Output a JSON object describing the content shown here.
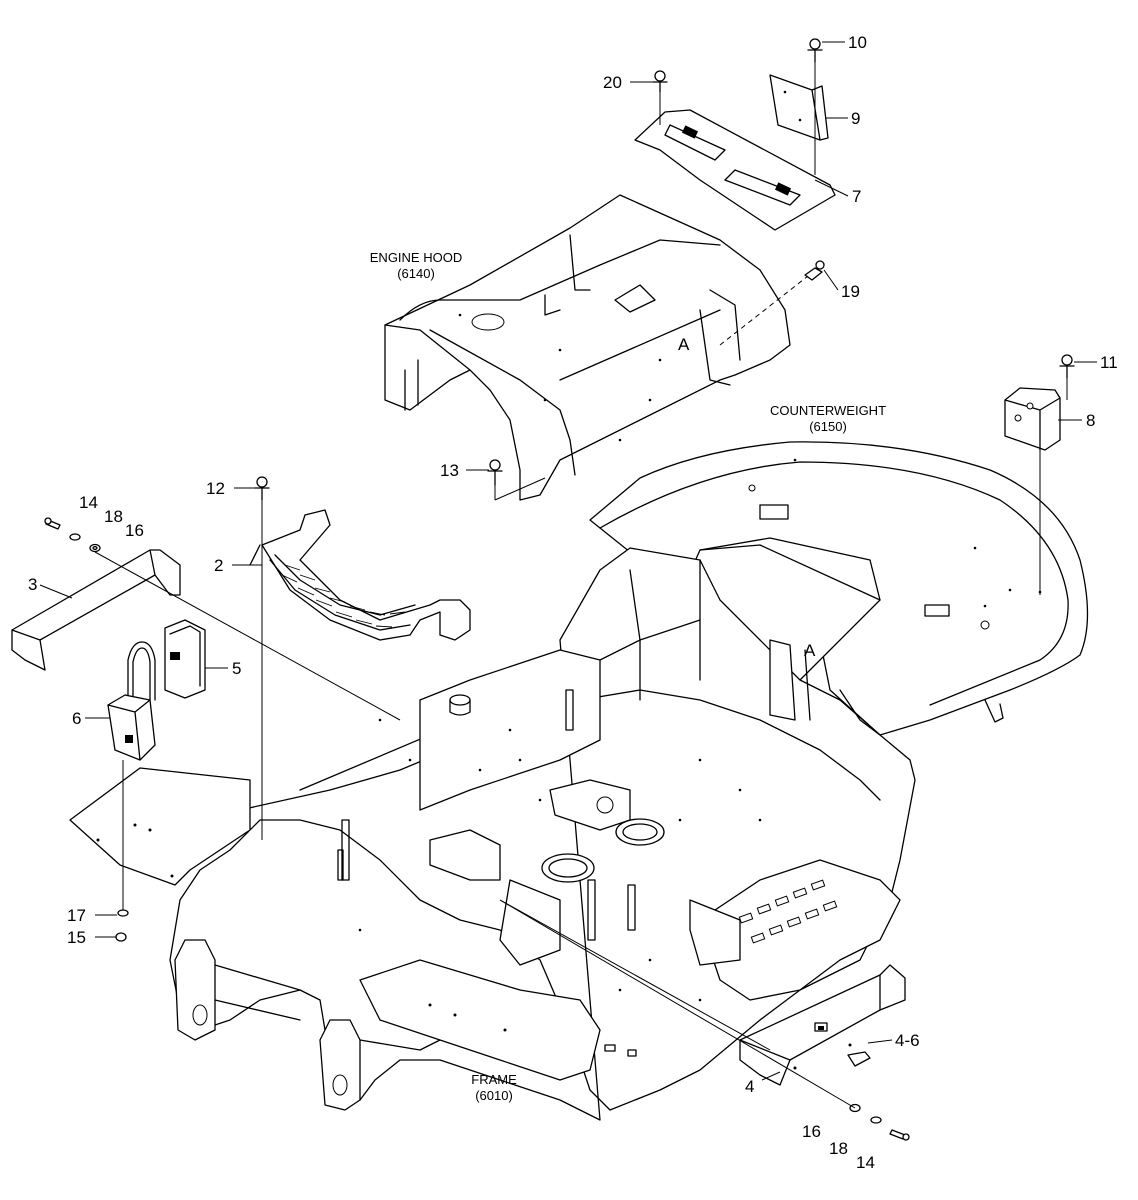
{
  "labels": {
    "engine_hood": "ENGINE HOOD",
    "engine_hood_no": "(6140)",
    "counterweight": "COUNTERWEIGHT",
    "counterweight_no": "(6150)",
    "frame": "FRAME",
    "frame_no": "(6010)"
  },
  "refs": {
    "a1": "A",
    "a2": "A"
  },
  "callouts": {
    "c10": "10",
    "c20": "20",
    "c9": "9",
    "c7": "7",
    "c19": "19",
    "c11": "11",
    "c8": "8",
    "c13": "13",
    "c12": "12",
    "c14a": "14",
    "c18a": "18",
    "c16a": "16",
    "c2": "2",
    "c3": "3",
    "c5": "5",
    "c6": "6",
    "c17": "17",
    "c15": "15",
    "c4_6": "4-6",
    "c4": "4",
    "c16b": "16",
    "c18b": "18",
    "c14b": "14"
  }
}
